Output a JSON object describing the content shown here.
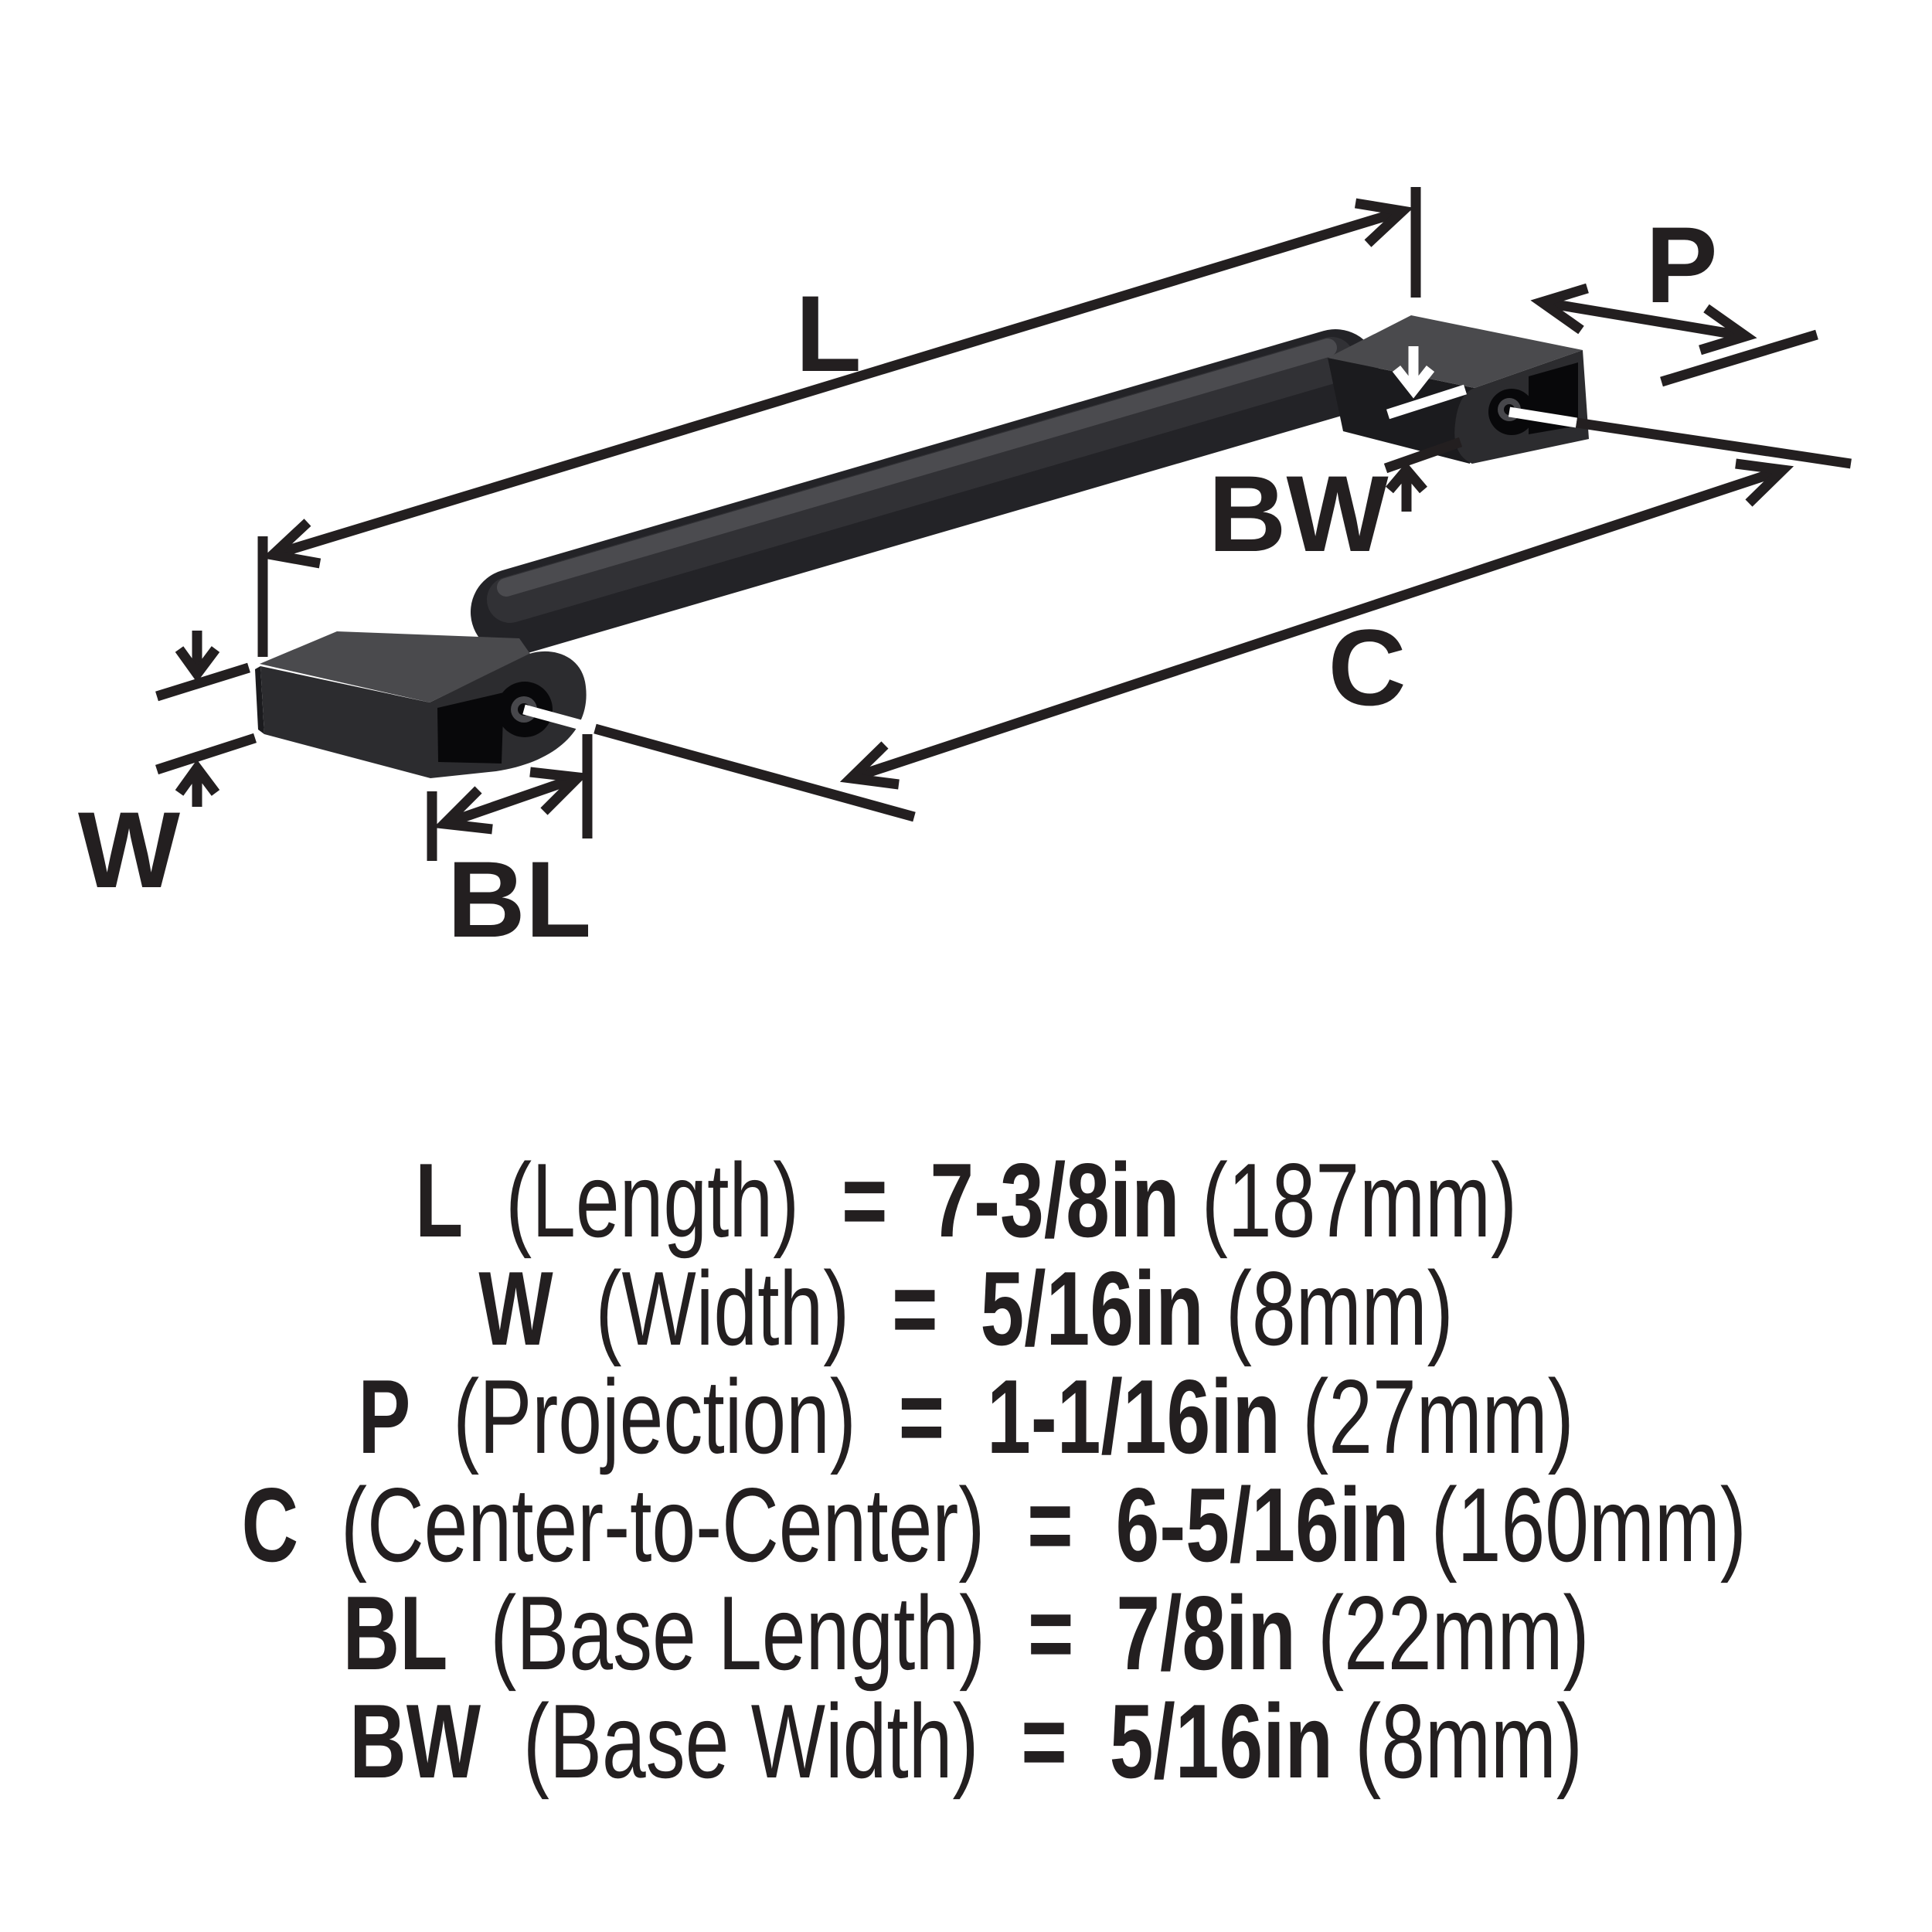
{
  "colors": {
    "ink": "#231f20",
    "white-mark": "#ffffff",
    "metal-top": "#4a4a4d",
    "metal-front": "#2c2c2f",
    "metal-dark": "#1b1b1e",
    "metal-bar": "#232327",
    "metal-bar-mid": "#313135",
    "metal-bar-highlight": "#4b4b4f",
    "metal-recess": "#08080a",
    "metal-ring": "#47474b"
  },
  "diagram": {
    "dimension_labels": {
      "length": "L",
      "width": "W",
      "projection": "P",
      "center_to_center": "C",
      "base_length": "BL",
      "base_width": "BW"
    }
  },
  "spec_list": {
    "equals": "=",
    "rows": [
      {
        "code": "L",
        "name": "(Length)",
        "value": "7-3/8in",
        "metric": "(187mm)"
      },
      {
        "code": "W",
        "name": "(Width)",
        "value": "5/16in",
        "metric": "(8mm)"
      },
      {
        "code": "P",
        "name": "(Projection)",
        "value": "1-1/16in",
        "metric": "(27mm)"
      },
      {
        "code": "C",
        "name": "(Center-to-Center)",
        "value": "6-5/16in",
        "metric": "(160mm)"
      },
      {
        "code": "BL",
        "name": "(Base Length)",
        "value": "7/8in",
        "metric": "(22mm)"
      },
      {
        "code": "BW",
        "name": "(Base Width)",
        "value": "5/16in",
        "metric": "(8mm)"
      }
    ]
  }
}
